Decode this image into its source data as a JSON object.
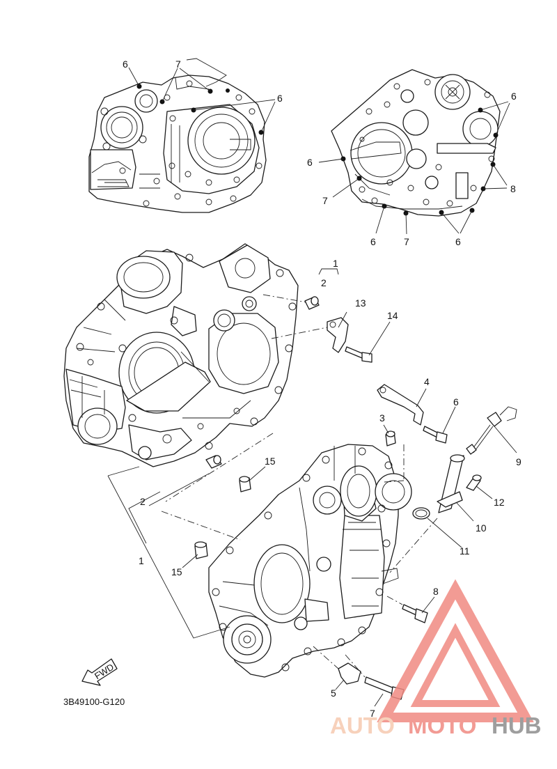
{
  "diagram": {
    "code": "3B49100-G120",
    "fwd_label": "FWD",
    "callouts": [
      {
        "id": "c-6-a",
        "text": "6"
      },
      {
        "id": "c-7-a",
        "text": "7"
      },
      {
        "id": "c-6-b",
        "text": "6"
      },
      {
        "id": "c-6-c",
        "text": "6"
      },
      {
        "id": "c-6-d",
        "text": "6"
      },
      {
        "id": "c-7-b",
        "text": "7"
      },
      {
        "id": "c-8-a",
        "text": "8"
      },
      {
        "id": "c-6-e",
        "text": "6"
      },
      {
        "id": "c-7-c",
        "text": "7"
      },
      {
        "id": "c-6-f",
        "text": "6"
      },
      {
        "id": "c-1-a",
        "text": "1"
      },
      {
        "id": "c-2-a",
        "text": "2"
      },
      {
        "id": "c-13",
        "text": "13"
      },
      {
        "id": "c-14",
        "text": "14"
      },
      {
        "id": "c-4",
        "text": "4"
      },
      {
        "id": "c-6-g",
        "text": "6"
      },
      {
        "id": "c-3",
        "text": "3"
      },
      {
        "id": "c-9",
        "text": "9"
      },
      {
        "id": "c-15-a",
        "text": "15"
      },
      {
        "id": "c-2-b",
        "text": "2"
      },
      {
        "id": "c-12",
        "text": "12"
      },
      {
        "id": "c-10",
        "text": "10"
      },
      {
        "id": "c-11",
        "text": "11"
      },
      {
        "id": "c-1-b",
        "text": "1"
      },
      {
        "id": "c-15-b",
        "text": "15"
      },
      {
        "id": "c-8-b",
        "text": "8"
      },
      {
        "id": "c-5",
        "text": "5"
      },
      {
        "id": "c-7-d",
        "text": "7"
      }
    ]
  },
  "watermark": {
    "part1": "AUTO",
    "part2": "MOTO",
    "part3": "HUB",
    "color_light": "#f6c9b0",
    "color_accent": "#f08a82",
    "color_dark": "#8e8e8e"
  }
}
